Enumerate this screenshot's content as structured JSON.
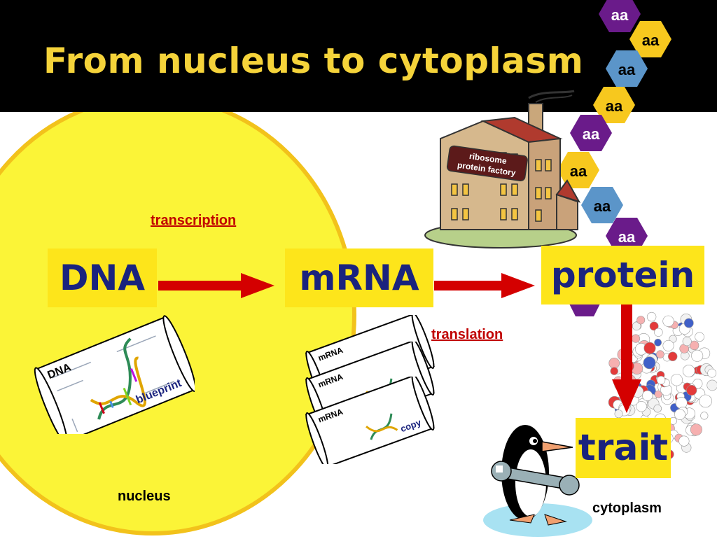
{
  "slide": {
    "title": "From nucleus to cytoplasm",
    "regions": {
      "nucleus": "nucleus",
      "cytoplasm": "cytoplasm"
    },
    "boxes": {
      "dna": "DNA",
      "mrna": "mRNA",
      "protein": "protein",
      "trait": "trait"
    },
    "processes": {
      "transcription": "transcription",
      "translation": "translation"
    },
    "factory_sign": [
      "ribosome",
      "protein factory"
    ],
    "amino_acid_label": "aa",
    "blueprint": {
      "title": "DNA",
      "caption": "blueprint"
    },
    "copies": {
      "title": "mRNA",
      "caption": "copy"
    },
    "colors": {
      "header_bg": "#000000",
      "title": "#f5d33a",
      "nucleus_fill": "#fbf437",
      "nucleus_border": "#f2c21b",
      "box_fill": "#fde51b",
      "box_text": "#1a237e",
      "arrow": "#d40000",
      "process_text": "#c00000",
      "aa_purple": "#6a1b8a",
      "aa_yellow": "#f7c81e",
      "aa_blue": "#5b95c9"
    }
  }
}
